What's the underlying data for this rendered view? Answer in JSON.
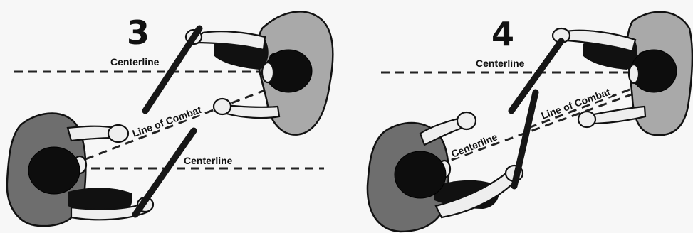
{
  "panels": [
    {
      "number": "3",
      "labels": {
        "centerline_top": "Centerline",
        "line_of_combat": "Line of Combat",
        "centerline_bottom": "Centerline"
      }
    },
    {
      "number": "4",
      "labels": {
        "centerline_top": "Centerline",
        "line_of_combat": "Line of Combat",
        "centerline_bottom": "Centerline"
      }
    }
  ]
}
